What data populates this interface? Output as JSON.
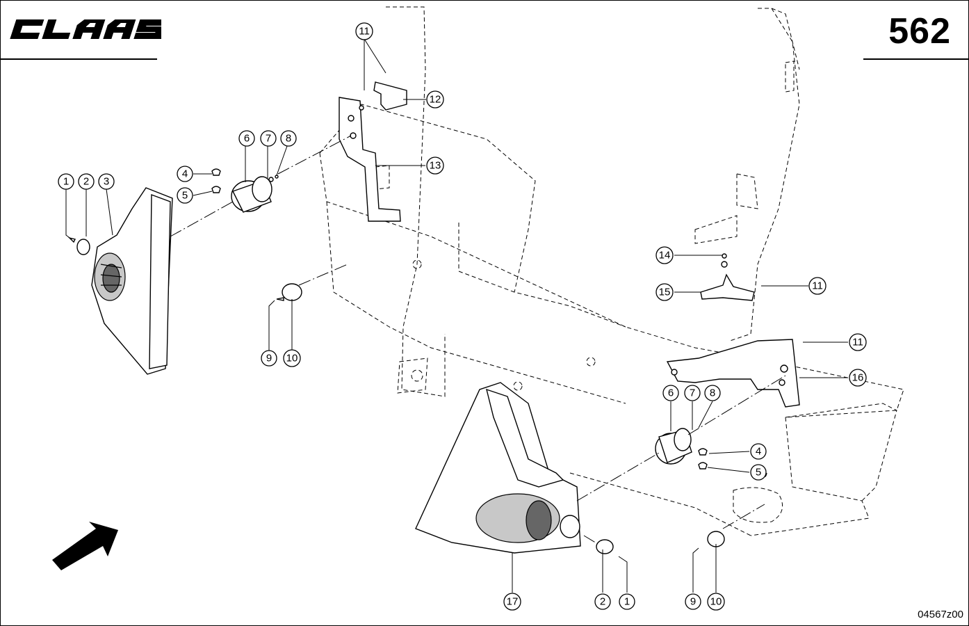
{
  "header": {
    "brand": "CLAAS",
    "page_number": "562"
  },
  "footer": {
    "drawing_code": "04567z00"
  },
  "callouts": [
    {
      "label": "1"
    },
    {
      "label": "2"
    },
    {
      "label": "3"
    },
    {
      "label": "4"
    },
    {
      "label": "5"
    },
    {
      "label": "6"
    },
    {
      "label": "7"
    },
    {
      "label": "8"
    },
    {
      "label": "9"
    },
    {
      "label": "10"
    },
    {
      "label": "11"
    },
    {
      "label": "12"
    },
    {
      "label": "13"
    },
    {
      "label": "11"
    },
    {
      "label": "14"
    },
    {
      "label": "15"
    },
    {
      "label": "11"
    },
    {
      "label": "16"
    },
    {
      "label": "6"
    },
    {
      "label": "7"
    },
    {
      "label": "8"
    },
    {
      "label": "4"
    },
    {
      "label": "5"
    },
    {
      "label": "17"
    },
    {
      "label": "2"
    },
    {
      "label": "1"
    },
    {
      "label": "9"
    },
    {
      "label": "10"
    }
  ],
  "colors": {
    "line": "#000000",
    "background": "#ffffff",
    "shade": "#c8c8c8"
  },
  "icons": {
    "direction": "arrow-direction-icon"
  }
}
